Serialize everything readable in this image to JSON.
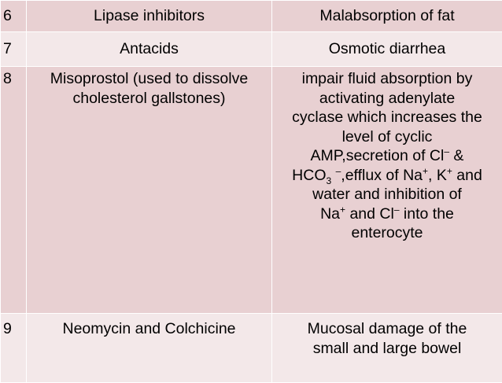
{
  "rows": [
    {
      "num": "6",
      "drug": "Lipase inhibitors",
      "effect": "Malabsorption of fat"
    },
    {
      "num": "7",
      "drug": "Antacids",
      "effect": "Osmotic diarrhea"
    },
    {
      "num": "8",
      "drug": "Misoprostol (used to dissolve\ncholesterol gallstones)",
      "effect_parts": {
        "l1": "impair fluid absorption by",
        "l2": "activating adenylate",
        "l3": "cyclase which increases the",
        "l4": "level of cyclic",
        "l5a": "AMP,secretion of Cl",
        "l5sup": "–",
        "l5b": " &",
        "l6a": "HCO",
        "l6sub": "3",
        "l6b": " ",
        "l6sup1": "–",
        "l6c": ",efflux of Na",
        "l6sup2": "+",
        "l6d": ", K",
        "l6sup3": "+",
        "l6e": " and",
        "l7": "water and inhibition of",
        "l8a": "Na",
        "l8sup1": "+",
        "l8b": " and Cl",
        "l8sup2": "–",
        "l8c": " into the",
        "l9": "enterocyte"
      }
    },
    {
      "num": "9",
      "drug": "Neomycin and Colchicine",
      "effect": "Mucosal damage of the\nsmall and large bowel"
    }
  ],
  "colors": {
    "row_dark": "#e8d0d2",
    "row_light": "#f3e8e9",
    "border": "#ffffff"
  }
}
